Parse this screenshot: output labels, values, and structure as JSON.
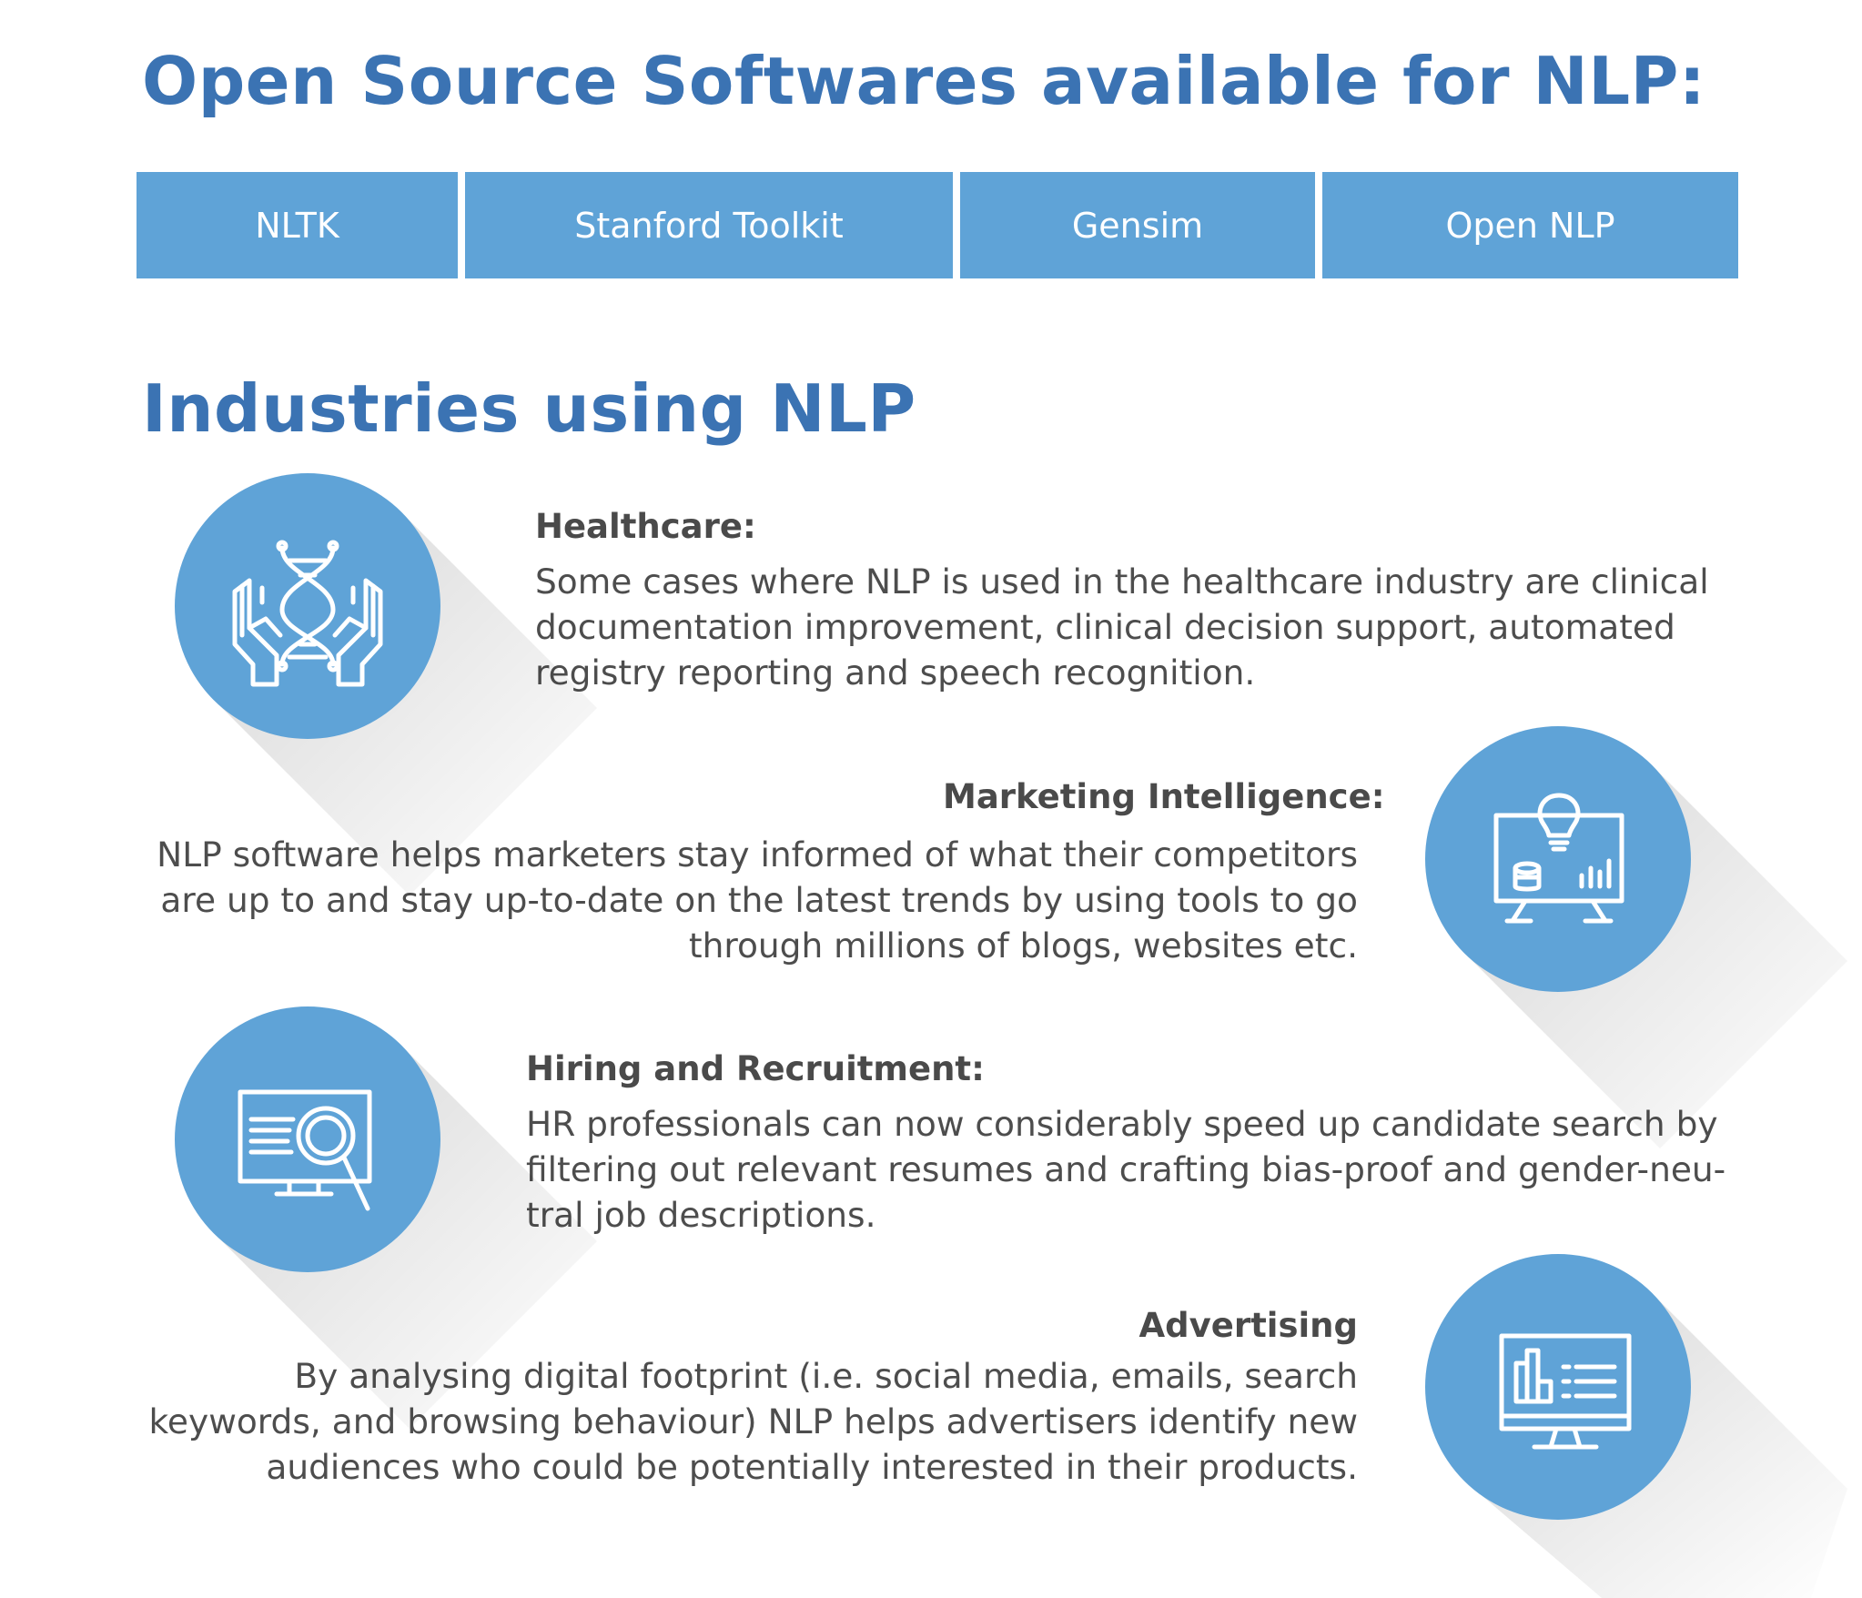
{
  "heading_tools": "Open Source Softwares available for NLP:",
  "tools": [
    "NLTK",
    "Stanford Toolkit",
    "Gensim",
    "Open NLP"
  ],
  "heading_industries": "Industries using NLP",
  "industries": [
    {
      "title": "Healthcare:",
      "text": "Some cases where NLP is used in the healthcare industry are clinical documentation improvement, clinical decision support, automated registry reporting and speech recognition.",
      "icon": "dna-hands-icon"
    },
    {
      "title": "Marketing Intelligence:",
      "text": "NLP software helps marketers stay informed of what their competitors are up to and stay up-to-date on the latest trends by using tools to go through millions of blogs, websites etc.",
      "icon": "monitor-lightbulb-chart-icon"
    },
    {
      "title": "Hiring and Recruitment:",
      "text": "HR professionals can now considerably speed up candidate search by filtering out relevant resumes and crafting bias-proof and gender-neu-tral job descriptions.",
      "icon": "monitor-magnifier-icon"
    },
    {
      "title": "Advertising",
      "text": "By analysing digital footprint (i.e. social media, emails, search keywords, and browsing behaviour) NLP helps advertisers identify new audiences who could be potentially interested in their products.",
      "icon": "monitor-dashboard-icon"
    }
  ],
  "colors": {
    "heading": "#3b73b3",
    "box": "#5fa3d7",
    "circle": "#5fa3d7",
    "title_text": "#4a4a4a",
    "body_text": "#4d4d4d"
  }
}
